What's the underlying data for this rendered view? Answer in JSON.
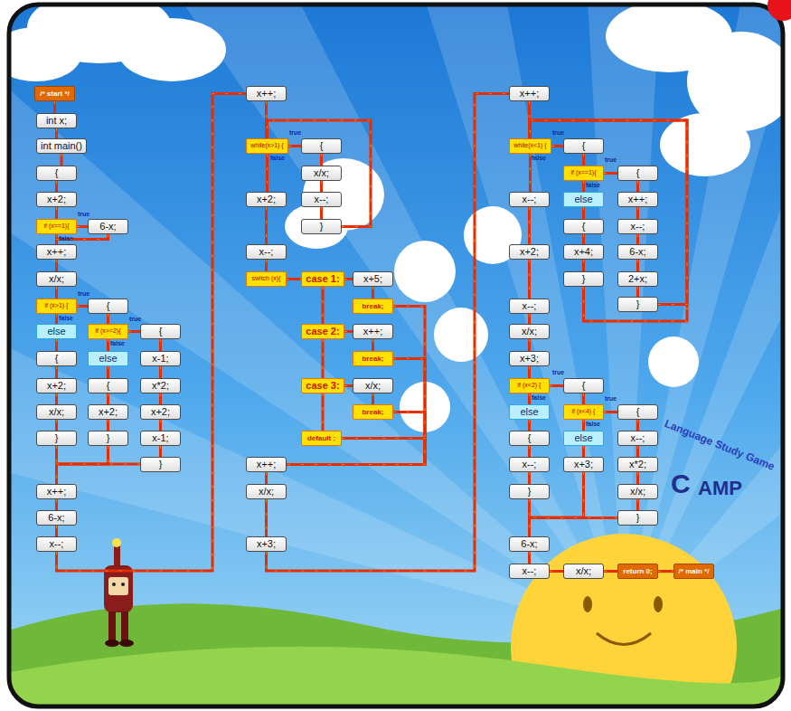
{
  "diagram": {
    "nodes": [
      {
        "text": [
          "/* start */"
        ]
      },
      {
        "text": [
          "int x;"
        ]
      },
      {
        "text": [
          "int main()"
        ]
      },
      {
        "text": [
          "{"
        ]
      },
      {
        "text": [
          "x+2;"
        ]
      },
      {
        "text": [
          "if (x==1){"
        ]
      },
      {
        "text": [
          "6-x;"
        ]
      },
      {
        "text": [
          "x++;"
        ]
      },
      {
        "text": [
          "x/x;"
        ]
      },
      {
        "text": [
          "if (x>1) {"
        ]
      },
      {
        "text": [
          "{"
        ]
      },
      {
        "text": [
          "else"
        ]
      },
      {
        "text": [
          "if (x>=2){"
        ]
      },
      {
        "text": [
          "{"
        ]
      },
      {
        "text": [
          "{"
        ]
      },
      {
        "text": [
          "else"
        ]
      },
      {
        "text": [
          "x-1;"
        ]
      },
      {
        "text": [
          "x+2;"
        ]
      },
      {
        "text": [
          "{"
        ]
      },
      {
        "text": [
          "x*2;"
        ]
      },
      {
        "text": [
          "x/x;"
        ]
      },
      {
        "text": [
          "x+2;"
        ]
      },
      {
        "text": [
          "x+2;"
        ]
      },
      {
        "text": [
          "}"
        ]
      },
      {
        "text": [
          "}"
        ]
      },
      {
        "text": [
          "x-1;"
        ]
      },
      {
        "text": [
          "}"
        ]
      },
      {
        "text": [
          "x++;"
        ]
      },
      {
        "text": [
          "6-x;"
        ]
      },
      {
        "text": [
          "x--;"
        ]
      },
      {
        "text": [
          "x++;"
        ]
      },
      {
        "text": [
          "while(x>1) {"
        ]
      },
      {
        "text": [
          "{"
        ]
      },
      {
        "text": [
          "x/x;"
        ]
      },
      {
        "text": [
          "x--;"
        ]
      },
      {
        "text": [
          "}"
        ]
      },
      {
        "text": [
          "x+2;"
        ]
      },
      {
        "text": [
          "x--;"
        ]
      },
      {
        "text": [
          "switch (x){"
        ]
      },
      {
        "text": [
          "case 1:"
        ]
      },
      {
        "text": [
          "x+5;"
        ]
      },
      {
        "text": [
          "break;"
        ]
      },
      {
        "text": [
          "case 2:"
        ]
      },
      {
        "text": [
          "x++;"
        ]
      },
      {
        "text": [
          "break;"
        ]
      },
      {
        "text": [
          "case 3:"
        ]
      },
      {
        "text": [
          "x/x;"
        ]
      },
      {
        "text": [
          "break;"
        ]
      },
      {
        "text": [
          "default :"
        ]
      },
      {
        "text": [
          "x++;"
        ]
      },
      {
        "text": [
          "x/x;"
        ]
      },
      {
        "text": [
          "x+3;"
        ]
      },
      {
        "text": [
          "x++;"
        ]
      },
      {
        "text": [
          "while(x<1) {"
        ]
      },
      {
        "text": [
          "{"
        ]
      },
      {
        "text": [
          "if (x==1){"
        ]
      },
      {
        "text": [
          "{"
        ]
      },
      {
        "text": [
          "else"
        ]
      },
      {
        "text": [
          "x++;"
        ]
      },
      {
        "text": [
          "x--;"
        ]
      },
      {
        "text": [
          "{"
        ]
      },
      {
        "text": [
          "x--;"
        ]
      },
      {
        "text": [
          "x+4;"
        ]
      },
      {
        "text": [
          "6-x;"
        ]
      },
      {
        "text": [
          "x+2;"
        ]
      },
      {
        "text": [
          "}"
        ]
      },
      {
        "text": [
          "2+x;"
        ]
      },
      {
        "text": [
          "}"
        ]
      },
      {
        "text": [
          "x--;"
        ]
      },
      {
        "text": [
          "x/x;"
        ]
      },
      {
        "text": [
          "x+3;"
        ]
      },
      {
        "text": [
          "if (x<2) {"
        ]
      },
      {
        "text": [
          "{"
        ]
      },
      {
        "text": [
          "else"
        ]
      },
      {
        "text": [
          "if (x<4) {"
        ]
      },
      {
        "text": [
          "{"
        ]
      },
      {
        "text": [
          "{"
        ]
      },
      {
        "text": [
          "else"
        ]
      },
      {
        "text": [
          "x--;"
        ]
      },
      {
        "text": [
          "x--;"
        ]
      },
      {
        "text": [
          "x+3;"
        ]
      },
      {
        "text": [
          "x*2;"
        ]
      },
      {
        "text": [
          "}"
        ]
      },
      {
        "text": [
          "x/x;"
        ]
      },
      {
        "text": [
          "}"
        ]
      },
      {
        "text": [
          "6-x;"
        ]
      },
      {
        "text": [
          "x--;"
        ]
      },
      {
        "text": [
          "x/x;"
        ]
      },
      {
        "text": [
          "return 0;"
        ]
      },
      {
        "text": [
          "/* main */"
        ]
      }
    ],
    "edges": [
      {
        "from": 0,
        "to": 1,
        "arrow": "none"
      },
      {
        "from": 1,
        "to": 2,
        "arrow": "none"
      },
      {
        "from": 2,
        "to": 3,
        "arrow": "none"
      },
      {
        "from": 3,
        "to": 4,
        "arrow": "none"
      },
      {
        "from": 4,
        "to": 5,
        "arrow": "none"
      },
      {
        "from": 5,
        "to": 6,
        "arrow": "none"
      },
      {
        "from": 5,
        "to": 7,
        "arrow": "none"
      },
      {
        "from": 6,
        "to": 7,
        "arrow": "none"
      },
      {
        "from": 7,
        "to": 8,
        "arrow": "none"
      },
      {
        "from": 8,
        "to": 9,
        "arrow": "none"
      },
      {
        "from": 9,
        "to": 10,
        "arrow": "none"
      },
      {
        "from": 9,
        "to": 11,
        "arrow": "none"
      },
      {
        "from": 10,
        "to": 12,
        "arrow": "none"
      },
      {
        "from": 12,
        "to": 13,
        "arrow": "none"
      },
      {
        "from": 12,
        "to": 15,
        "arrow": "none"
      },
      {
        "from": 13,
        "to": 16,
        "arrow": "none"
      },
      {
        "from": 16,
        "to": 19,
        "arrow": "none"
      },
      {
        "from": 19,
        "to": 22,
        "arrow": "none"
      },
      {
        "from": 22,
        "to": 25,
        "arrow": "none"
      },
      {
        "from": 25,
        "to": 26,
        "arrow": "none"
      },
      {
        "from": 15,
        "to": 18,
        "arrow": "none"
      },
      {
        "from": 18,
        "to": 21,
        "arrow": "none"
      },
      {
        "from": 21,
        "to": 24,
        "arrow": "none"
      },
      {
        "from": 11,
        "to": 14,
        "arrow": "none"
      },
      {
        "from": 14,
        "to": 17,
        "arrow": "none"
      },
      {
        "from": 17,
        "to": 20,
        "arrow": "none"
      },
      {
        "from": 20,
        "to": 23,
        "arrow": "none"
      },
      {
        "from": 23,
        "to": 27,
        "arrow": "none"
      },
      {
        "from": 24,
        "to": 27,
        "arrow": "none"
      },
      {
        "from": 26,
        "to": 27,
        "arrow": "none"
      },
      {
        "from": 27,
        "to": 28,
        "arrow": "none"
      },
      {
        "from": 28,
        "to": 29,
        "arrow": "none"
      },
      {
        "from": 29,
        "to": 30,
        "arrow": "none"
      },
      {
        "from": 30,
        "to": 31,
        "arrow": "none"
      },
      {
        "from": 31,
        "to": 32,
        "arrow": "none"
      },
      {
        "from": 31,
        "to": 36,
        "arrow": "none"
      },
      {
        "from": 32,
        "to": 33,
        "arrow": "none"
      },
      {
        "from": 33,
        "to": 34,
        "arrow": "none"
      },
      {
        "from": 34,
        "to": 35,
        "arrow": "none"
      },
      {
        "from": 35,
        "to": 31,
        "arrow": "none"
      },
      {
        "from": 36,
        "to": 37,
        "arrow": "none"
      },
      {
        "from": 37,
        "to": 38,
        "arrow": "none"
      },
      {
        "from": 38,
        "to": 39,
        "arrow": "none"
      },
      {
        "from": 39,
        "to": 40,
        "arrow": "none"
      },
      {
        "from": 40,
        "to": 41,
        "arrow": "none"
      },
      {
        "from": 39,
        "to": 42,
        "arrow": "none"
      },
      {
        "from": 42,
        "to": 43,
        "arrow": "none"
      },
      {
        "from": 43,
        "to": 44,
        "arrow": "none"
      },
      {
        "from": 42,
        "to": 45,
        "arrow": "none"
      },
      {
        "from": 45,
        "to": 46,
        "arrow": "none"
      },
      {
        "from": 46,
        "to": 47,
        "arrow": "none"
      },
      {
        "from": 45,
        "to": 48,
        "arrow": "none"
      },
      {
        "from": 41,
        "to": 49,
        "arrow": "none"
      },
      {
        "from": 44,
        "to": 49,
        "arrow": "none"
      },
      {
        "from": 47,
        "to": 49,
        "arrow": "none"
      },
      {
        "from": 48,
        "to": 49,
        "arrow": "none"
      },
      {
        "from": 49,
        "to": 50,
        "arrow": "none"
      },
      {
        "from": 50,
        "to": 51,
        "arrow": "none"
      },
      {
        "from": 51,
        "to": 52,
        "arrow": "none"
      },
      {
        "from": 52,
        "to": 53,
        "arrow": "none"
      },
      {
        "from": 53,
        "to": 54,
        "arrow": "none"
      },
      {
        "from": 53,
        "to": 59,
        "arrow": "none"
      },
      {
        "from": 54,
        "to": 55,
        "arrow": "none"
      },
      {
        "from": 55,
        "to": 56,
        "arrow": "none"
      },
      {
        "from": 55,
        "to": 57,
        "arrow": "none"
      },
      {
        "from": 56,
        "to": 58,
        "arrow": "none"
      },
      {
        "from": 58,
        "to": 61,
        "arrow": "none"
      },
      {
        "from": 61,
        "to": 63,
        "arrow": "none"
      },
      {
        "from": 63,
        "to": 66,
        "arrow": "none"
      },
      {
        "from": 66,
        "to": 67,
        "arrow": "none"
      },
      {
        "from": 57,
        "to": 60,
        "arrow": "none"
      },
      {
        "from": 60,
        "to": 62,
        "arrow": "none"
      },
      {
        "from": 62,
        "to": 65,
        "arrow": "none"
      },
      {
        "from": 65,
        "to": 53,
        "arrow": "none"
      },
      {
        "from": 67,
        "to": 53,
        "arrow": "none"
      },
      {
        "from": 59,
        "to": 64,
        "arrow": "none"
      },
      {
        "from": 64,
        "to": 68,
        "arrow": "none"
      },
      {
        "from": 68,
        "to": 69,
        "arrow": "none"
      },
      {
        "from": 69,
        "to": 70,
        "arrow": "none"
      },
      {
        "from": 70,
        "to": 71,
        "arrow": "none"
      },
      {
        "from": 71,
        "to": 72,
        "arrow": "none"
      },
      {
        "from": 71,
        "to": 73,
        "arrow": "none"
      },
      {
        "from": 72,
        "to": 74,
        "arrow": "none"
      },
      {
        "from": 74,
        "to": 75,
        "arrow": "none"
      },
      {
        "from": 74,
        "to": 77,
        "arrow": "none"
      },
      {
        "from": 75,
        "to": 78,
        "arrow": "none"
      },
      {
        "from": 78,
        "to": 81,
        "arrow": "none"
      },
      {
        "from": 81,
        "to": 83,
        "arrow": "none"
      },
      {
        "from": 83,
        "to": 84,
        "arrow": "none"
      },
      {
        "from": 77,
        "to": 80,
        "arrow": "none"
      },
      {
        "from": 73,
        "to": 76,
        "arrow": "none"
      },
      {
        "from": 76,
        "to": 79,
        "arrow": "none"
      },
      {
        "from": 79,
        "to": 82,
        "arrow": "none"
      },
      {
        "from": 80,
        "to": 85,
        "arrow": "none"
      },
      {
        "from": 82,
        "to": 85,
        "arrow": "none"
      },
      {
        "from": 84,
        "to": 85,
        "arrow": "none"
      },
      {
        "from": 85,
        "to": 86,
        "arrow": "none"
      },
      {
        "from": 86,
        "to": 87,
        "arrow": "none"
      },
      {
        "from": 87,
        "to": 88,
        "arrow": "none"
      },
      {
        "from": 88,
        "to": 89,
        "arrow": "none"
      }
    ],
    "labels": [
      "true",
      "false",
      "true",
      "false",
      "true",
      "false",
      "true",
      "false",
      "true",
      "false",
      "true",
      "false",
      "true",
      "false",
      "true",
      "false",
      "Language Study Game",
      "C",
      "AMP"
    ]
  }
}
